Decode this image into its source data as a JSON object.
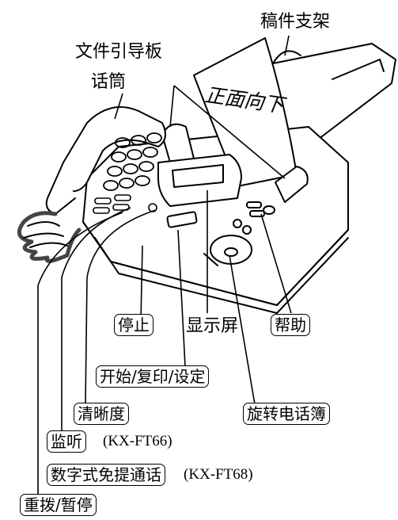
{
  "title_labels": {
    "document_holder": "稿件支架",
    "document_guides": "文件引导板",
    "handset": "话筒",
    "paper_face": "正面向下"
  },
  "buttons": {
    "stop": "停止",
    "display": "显示屏",
    "help": "帮助",
    "start_copy_set": "开始/复印/设定",
    "clarity": "清晰度",
    "jog_dial": "旋转电话簿",
    "monitor": "监听",
    "monitor_model": "(KX-FT66)",
    "speakerphone": "数字式免提通话",
    "speakerphone_model": "(KX-FT68)",
    "redial_pause": "重拨/暂停"
  }
}
